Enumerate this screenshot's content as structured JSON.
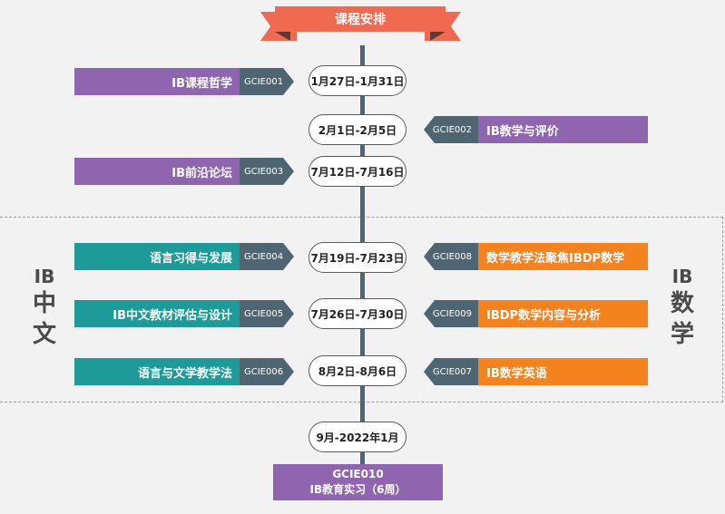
{
  "title": "课程安排",
  "side_labels": {
    "left": {
      "line1": "IB",
      "line2": "中",
      "line3": "文"
    },
    "right": {
      "line1": "IB",
      "line2": "数",
      "line3": "学"
    }
  },
  "dates": [
    "1月27日-1月31日",
    "2月1日-2月5日",
    "7月12日-7月16日",
    "7月19日-7月23日",
    "7月26日-7月30日",
    "8月2日-8月6日",
    "9月-2022年1月"
  ],
  "courses_left": [
    {
      "name": "IB课程哲学",
      "code": "GCIE001"
    },
    {
      "name": "IB前沿论坛",
      "code": "GCIE003"
    },
    {
      "name": "语言习得与发展",
      "code": "GCIE004"
    },
    {
      "name": "IB中文教材评估与设计",
      "code": "GCIE005"
    },
    {
      "name": "语言与文学教学法",
      "code": "GCIE006"
    }
  ],
  "courses_right": [
    {
      "name": "IB教学与评价",
      "code": "GCIE002"
    },
    {
      "name": "数学教学法聚焦IBDP数学",
      "code": "GCIE008"
    },
    {
      "name": "IBDP数学内容与分析",
      "code": "GCIE009"
    },
    {
      "name": "IB数学英语",
      "code": "GCIE007"
    }
  ],
  "final": {
    "code": "GCIE010",
    "name": "IB教育实习（6周）"
  },
  "colors": {
    "ribbon": "#f06a52",
    "timeline": "#4f6672",
    "purple": "#8f65b0",
    "teal": "#1e9a98",
    "orange": "#f3821f"
  }
}
